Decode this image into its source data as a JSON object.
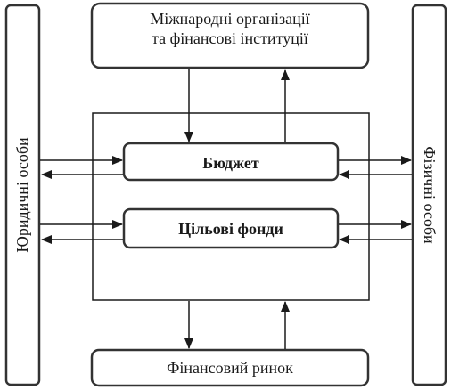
{
  "nodes": {
    "international": {
      "line1": "Міжнародні організації",
      "line2": "та фінансові інституції"
    },
    "budget": "Бюджет",
    "target_funds": "Цільові фонди",
    "financial_market": "Фінансовий ринок",
    "legal_entities": "Юридичні особи",
    "individuals": "Фізичні особи"
  },
  "edges": [
    {
      "from": "international",
      "to": "budget"
    },
    {
      "from": "budget",
      "to": "international"
    },
    {
      "from": "legal_entities",
      "to": "budget"
    },
    {
      "from": "budget",
      "to": "legal_entities"
    },
    {
      "from": "budget",
      "to": "individuals"
    },
    {
      "from": "individuals",
      "to": "budget"
    },
    {
      "from": "legal_entities",
      "to": "target_funds"
    },
    {
      "from": "target_funds",
      "to": "legal_entities"
    },
    {
      "from": "target_funds",
      "to": "individuals"
    },
    {
      "from": "individuals",
      "to": "target_funds"
    },
    {
      "from": "financial_market",
      "to": "financial_system"
    },
    {
      "from": "financial_system",
      "to": "financial_market"
    }
  ]
}
